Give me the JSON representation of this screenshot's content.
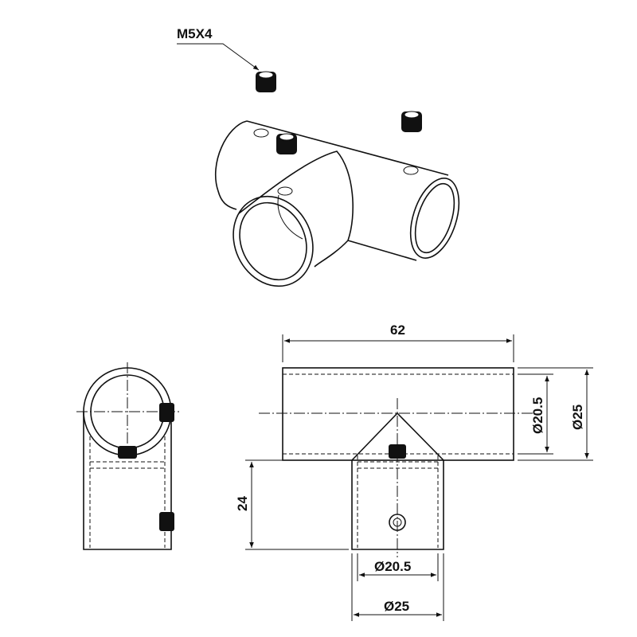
{
  "callout": {
    "screw_label": "M5X4"
  },
  "dimensions": {
    "overall_length": "62",
    "main_inner_diameter": "Ø20.5",
    "main_outer_diameter": "Ø25",
    "branch_height": "24",
    "branch_inner_diameter": "Ø20.5",
    "branch_outer_diameter": "Ø25"
  }
}
